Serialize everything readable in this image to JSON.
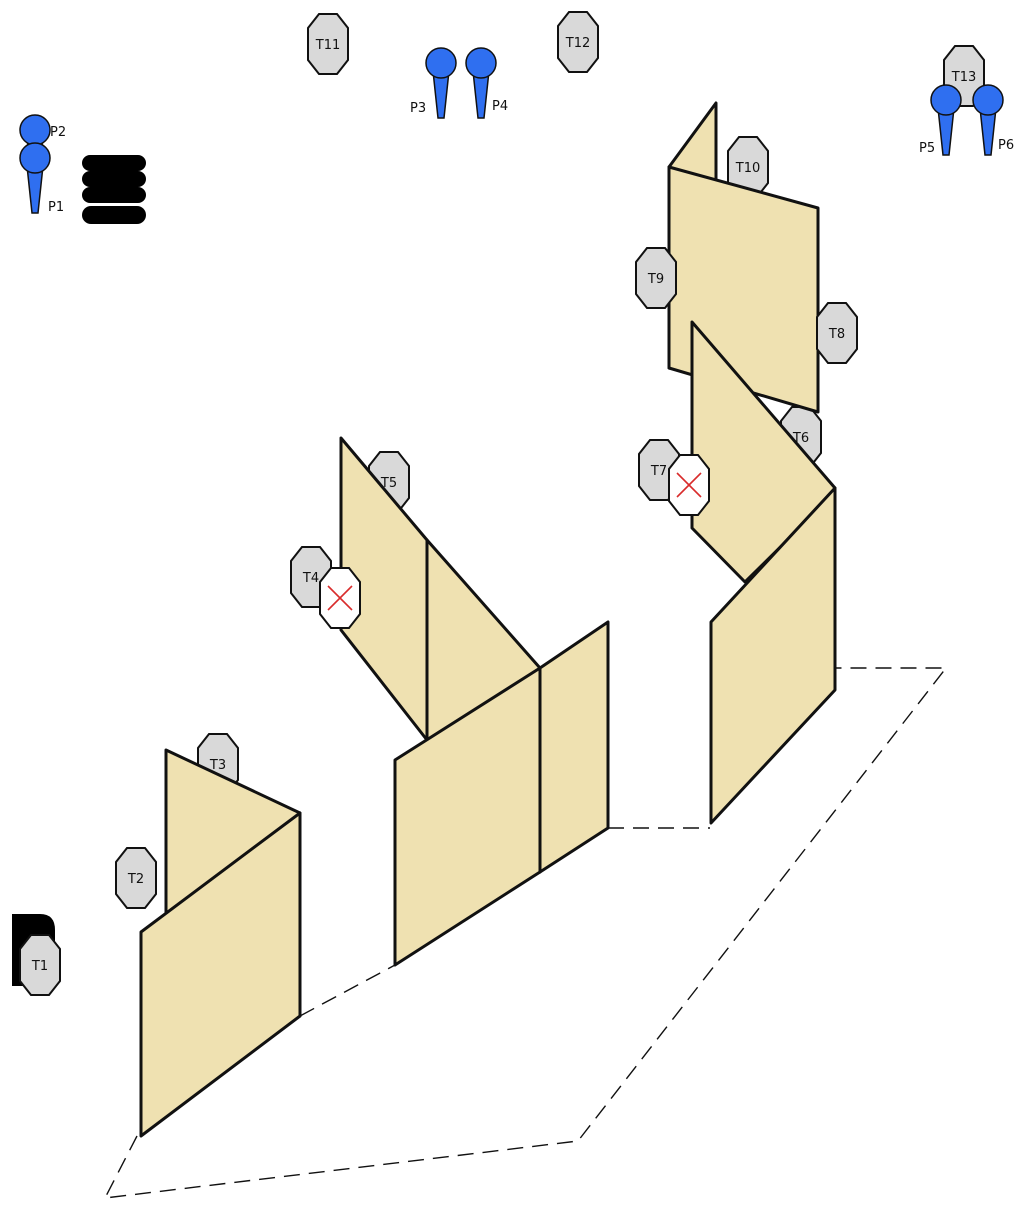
{
  "colors": {
    "wall": "#efe1b1",
    "target": "#d9d9d9",
    "no_shoot": "#ffffff",
    "no_shoot_x": "#d92b2b",
    "shooter": "#2f6ff0",
    "stroke": "#111111",
    "barrel": "#000000"
  },
  "targets": [
    {
      "label": "T1"
    },
    {
      "label": "T2"
    },
    {
      "label": "T3"
    },
    {
      "label": "T4"
    },
    {
      "label": "T5"
    },
    {
      "label": "T6"
    },
    {
      "label": "T7"
    },
    {
      "label": "T8"
    },
    {
      "label": "T9"
    },
    {
      "label": "T10"
    },
    {
      "label": "T11"
    },
    {
      "label": "T12"
    },
    {
      "label": "T13"
    }
  ],
  "shooters": [
    {
      "label": "P1"
    },
    {
      "label": "P2"
    },
    {
      "label": "P3"
    },
    {
      "label": "P4"
    },
    {
      "label": "P5"
    },
    {
      "label": "P6"
    }
  ],
  "no_shoots": [
    {
      "name": "no-shoot-near-t4"
    },
    {
      "name": "no-shoot-near-t7"
    }
  ]
}
